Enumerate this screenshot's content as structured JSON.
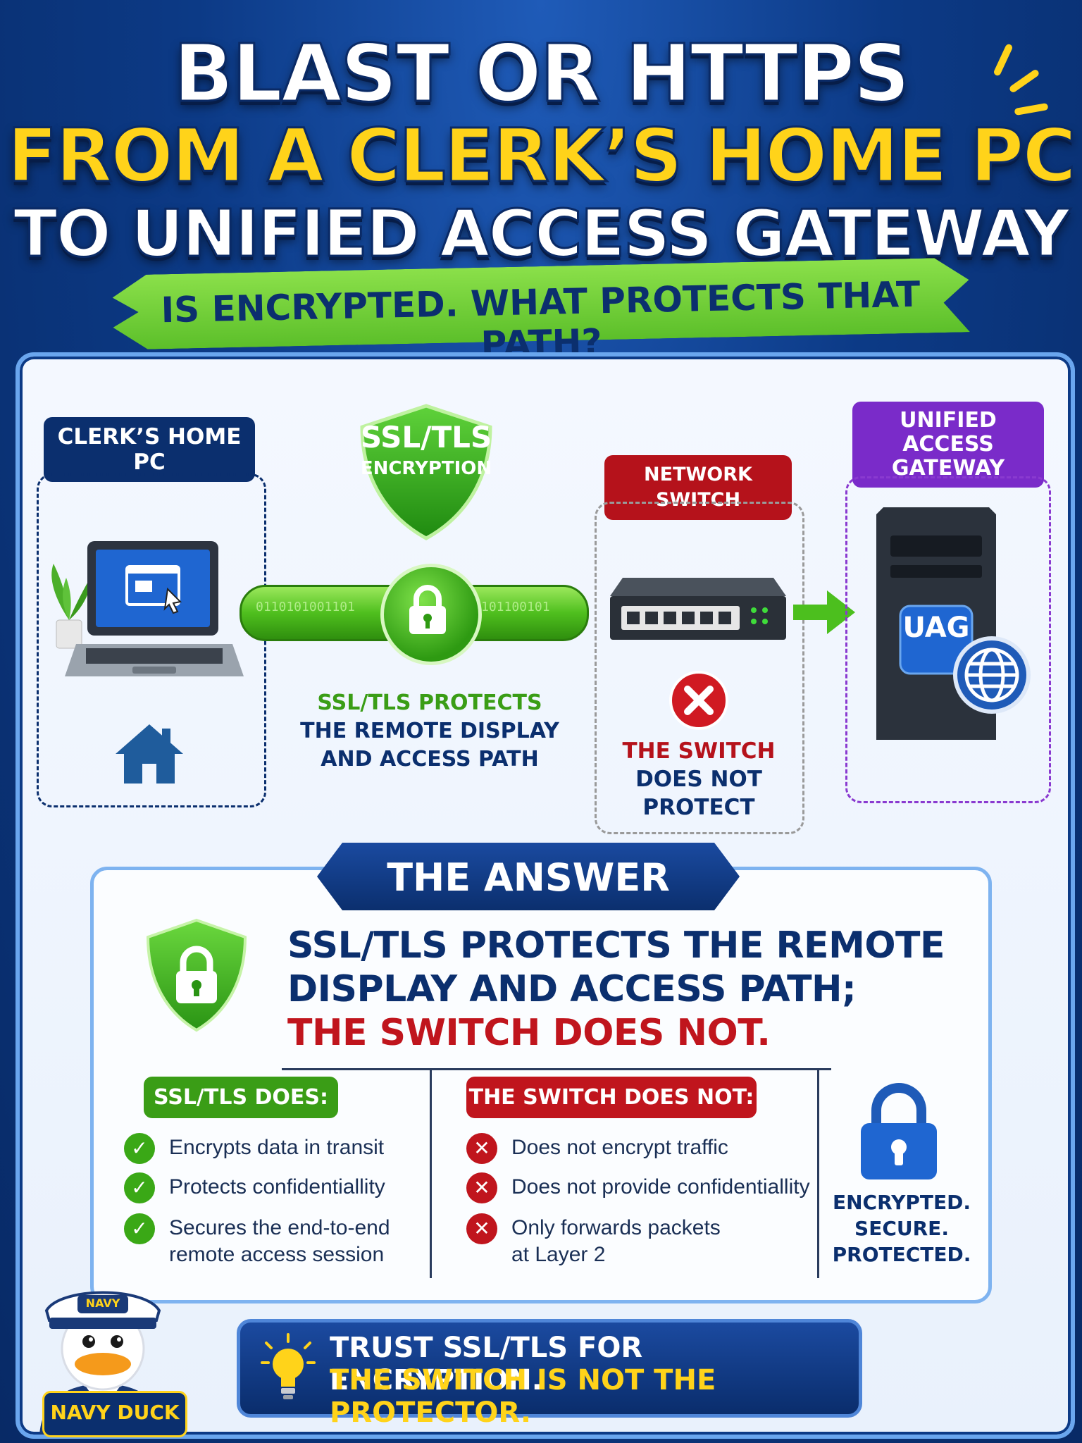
{
  "header": {
    "line1": "BLAST OR HTTPS",
    "line2": "FROM A CLERK’S HOME PC",
    "line3": "TO UNIFIED ACCESS GATEWAY",
    "ribbon": "IS ENCRYPTED. WHAT PROTECTS THAT PATH?"
  },
  "diagram": {
    "home_pc_label": "CLERK’S HOME PC",
    "shield_title": "SSL/TLS",
    "shield_sub": "ENCRYPTION",
    "switch_label": "NETWORK SWITCH",
    "uag_label": "UNIFIED ACCESS GATEWAY",
    "uag_badge": "UAG",
    "tls_caption": {
      "line1": "SSL/TLS PROTECTS",
      "line2": "THE REMOTE DISPLAY",
      "line3": "AND ACCESS PATH"
    },
    "switch_caption": {
      "line1": "THE SWITCH",
      "line2": "DOES NOT",
      "line3": "PROTECT"
    },
    "binary_left": "0110101001101",
    "binary_right": "101100101"
  },
  "answer": {
    "title": "THE ANSWER",
    "line1": "SSL/TLS PROTECTS THE REMOTE",
    "line2": "DISPLAY AND ACCESS PATH;",
    "line3": "THE SWITCH DOES NOT.",
    "does_title": "SSL/TLS DOES:",
    "does_items": [
      "Encrypts data in transit",
      "Protects confidentiallity",
      "Secures the end-to-end",
      "remote access session"
    ],
    "not_title": "THE SWITCH DOES NOT:",
    "not_items": [
      "Does not encrypt traffic",
      "Does not provide confidentiallity",
      "Only forwards packets",
      "at Layer 2"
    ],
    "status": {
      "line1": "ENCRYPTED.",
      "line2": "SECURE.",
      "line3": "PROTECTED."
    }
  },
  "footer": {
    "line1": "TRUST SSL/TLS FOR ENCRYPTION.",
    "line2": "THE SWITCH IS NOT THE PROTECTOR.",
    "mascot_hat": "NAVY",
    "mascot_label": "NAVY DUCK"
  },
  "colors": {
    "navy": "#0b2f6e",
    "green": "#3fae1b",
    "red": "#c0151d",
    "purple": "#7a2bc9",
    "yellow": "#ffd31a"
  }
}
